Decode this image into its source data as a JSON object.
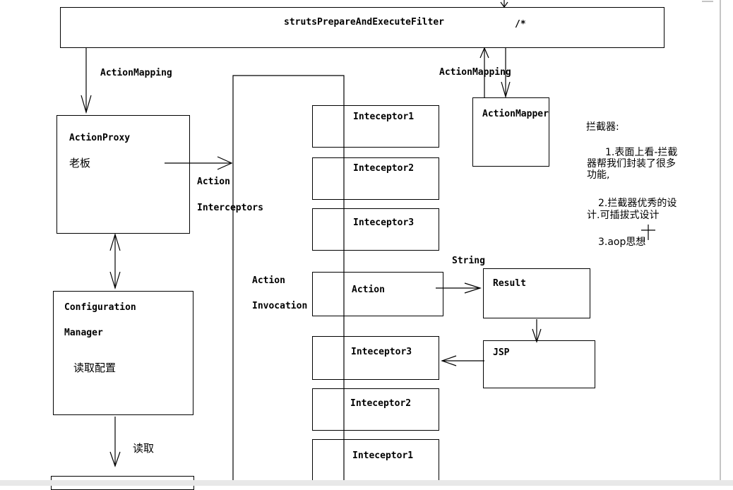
{
  "filter": {
    "name": "strutsPrepareAndExecuteFilter",
    "pattern": "/*"
  },
  "labels": {
    "action_mapping_left": "ActionMapping",
    "action_mapping_right": "ActionMapping",
    "action_interceptors_1": "Action",
    "action_interceptors_2": "Interceptors",
    "action_invocation_1": "Action",
    "action_invocation_2": "Invocation",
    "string_label": "String",
    "read_label": "读取"
  },
  "action_proxy": {
    "title": "ActionProxy",
    "subtitle": "老板"
  },
  "action_mapper": {
    "title": "ActionMapper"
  },
  "configuration_manager": {
    "line1": "Configuration",
    "line2": "Manager",
    "subtitle": "读取配置"
  },
  "interceptors_in": [
    "Inteceptor1",
    "Inteceptor2",
    "Inteceptor3"
  ],
  "action_box": {
    "label": "Action"
  },
  "result_box": {
    "label": "Result"
  },
  "jsp_box": {
    "label": "JSP"
  },
  "interceptors_out": [
    "Inteceptor3",
    "Inteceptor2",
    "Inteceptor1"
  ],
  "notes": {
    "title": "拦截器:",
    "item1_line1": "1.表面上看-拦截",
    "item1_line2": "器帮我们封装了很多",
    "item1_line3": "功能,",
    "item2_line1": "2.拦截器优秀的设",
    "item2_line2": "计.可插拔式设计",
    "item3": "3.aop思想"
  }
}
